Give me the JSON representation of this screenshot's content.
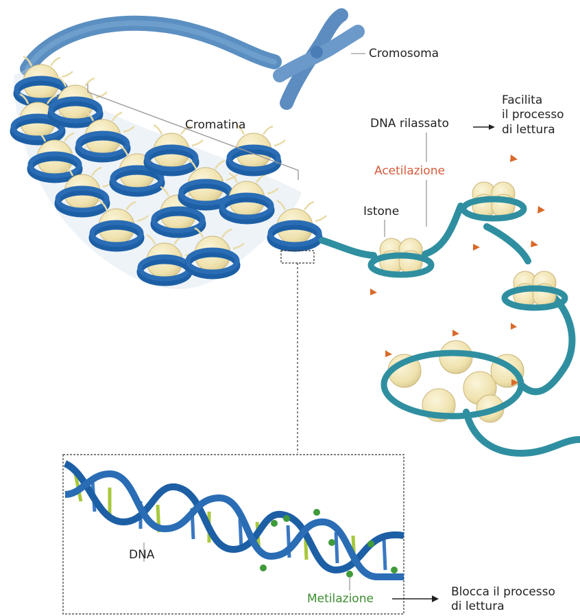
{
  "labels": {
    "chromosome": "Cromosoma",
    "chromatin": "Cromatina",
    "relaxed_dna": "DNA rilassato",
    "reading_facilitated": [
      "Facilita",
      "il processo",
      "di lettura"
    ],
    "acetylation": "Acetilazione",
    "histone": "Istone",
    "dna": "DNA",
    "methylation": "Metilazione",
    "reading_blocked": [
      "Blocca il processo",
      "di lettura"
    ]
  },
  "colors": {
    "chromatin_blue": "#1d5fa5",
    "relaxed_teal": "#2f8fa0",
    "histone": "#f1e5b6",
    "acetyl_orange": "#d86a2b",
    "methyl_green": "#3f9a3a",
    "text": "#231f20",
    "acetylation_text": "#d45b3a",
    "methylation_text": "#3c8d2f"
  }
}
